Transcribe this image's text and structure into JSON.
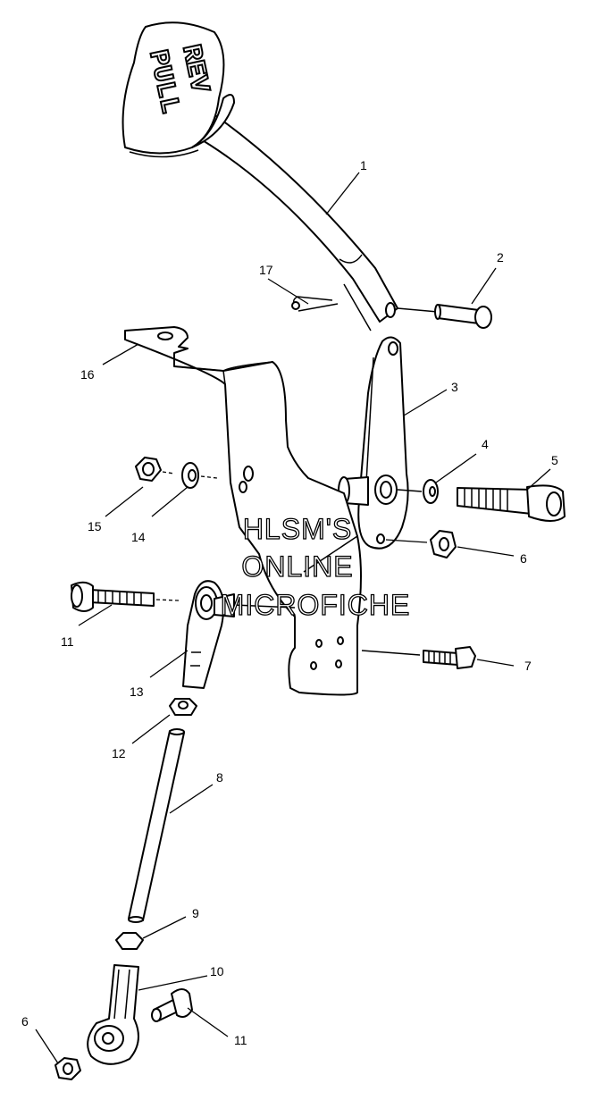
{
  "handle": {
    "left_word": "PULL",
    "right_word": "REV"
  },
  "watermark": {
    "line1": "HLSM'S",
    "line2": "ONLINE",
    "line3": "MICROFICHE"
  },
  "callouts": {
    "c1": "1",
    "c2": "2",
    "c3": "3",
    "c4": "4",
    "c5": "5",
    "c6a": "6",
    "c6b": "6",
    "c7": "7",
    "c8": "8",
    "c9": "9",
    "c10": "10",
    "c11a": "11",
    "c11b": "11",
    "c12": "12",
    "c13": "13",
    "c14": "14",
    "c15": "15",
    "c16": "16",
    "c17": "17"
  }
}
